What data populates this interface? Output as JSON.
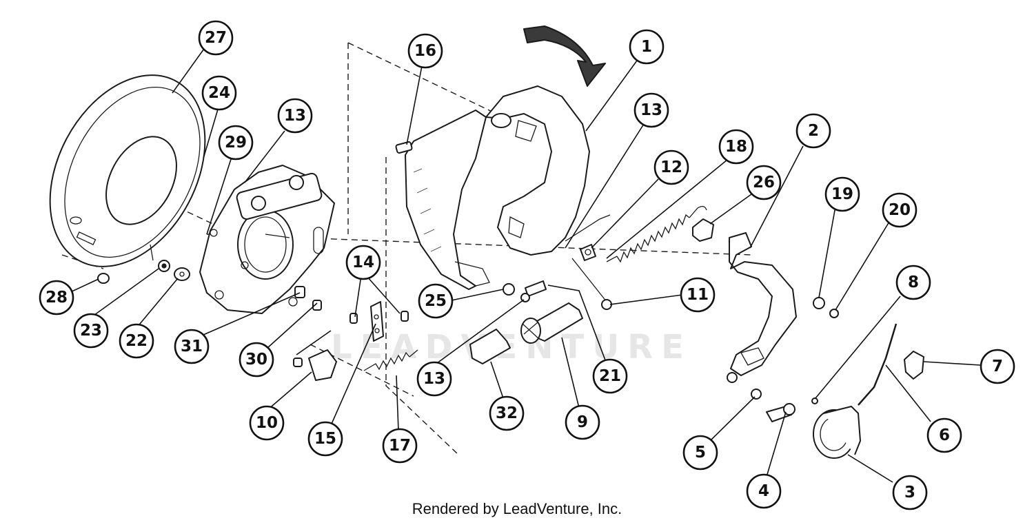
{
  "footer": {
    "credit": "Rendered by LeadVenture, Inc."
  },
  "watermark": {
    "text": "LEADVENTURE"
  },
  "colors": {
    "ink": "#111111",
    "background": "#ffffff",
    "watermark": "#e6e6e6"
  },
  "callouts": [
    "27",
    "24",
    "29",
    "13",
    "16",
    "1",
    "13",
    "18",
    "12",
    "26",
    "2",
    "19",
    "20",
    "8",
    "7",
    "6",
    "3",
    "4",
    "5",
    "11",
    "21",
    "9",
    "32",
    "13",
    "25",
    "14",
    "15",
    "17",
    "10",
    "30",
    "31",
    "22",
    "23",
    "28"
  ]
}
